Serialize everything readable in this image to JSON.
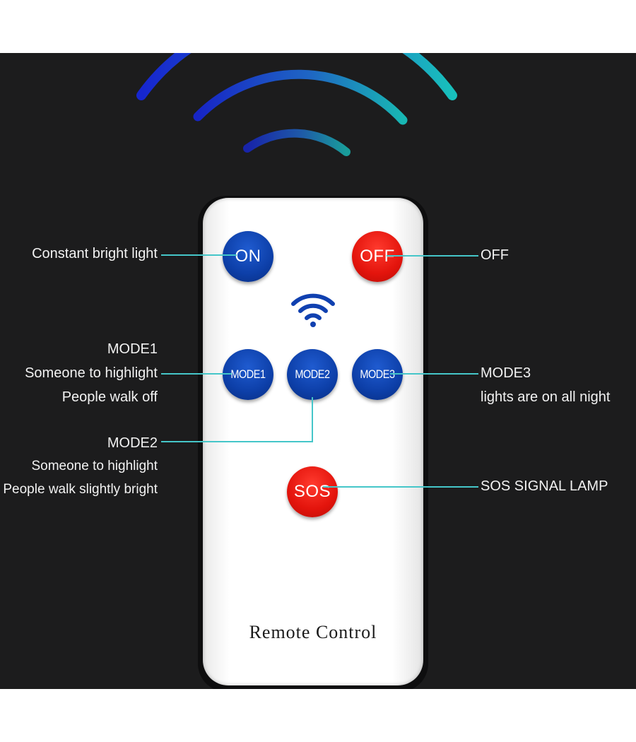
{
  "remote": {
    "footer_label": "Remote Control",
    "buttons": {
      "on": "ON",
      "off": "OFF",
      "mode1": "MODE1",
      "mode2": "MODE2",
      "mode3": "MODE3",
      "sos": "SOS"
    },
    "colors": {
      "blue_button": "#0d3fa8",
      "red_button": "#e3140c",
      "callout_line": "#45c6c9",
      "background": "#1c1c1d"
    },
    "icons": [
      "signal-waves-icon",
      "wifi-icon"
    ]
  },
  "callouts": {
    "on": {
      "line1": "Constant bright light"
    },
    "off": {
      "line1": "OFF"
    },
    "mode1": {
      "line1": "MODE1",
      "line2": "Someone to highlight",
      "line3": "People walk off"
    },
    "mode2": {
      "line1": "MODE2",
      "line2": "Someone to highlight",
      "line3": "People walk slightly bright"
    },
    "mode3": {
      "line1": "MODE3",
      "line2": "lights are on all night"
    },
    "sos": {
      "line1": "SOS SIGNAL LAMP"
    }
  }
}
